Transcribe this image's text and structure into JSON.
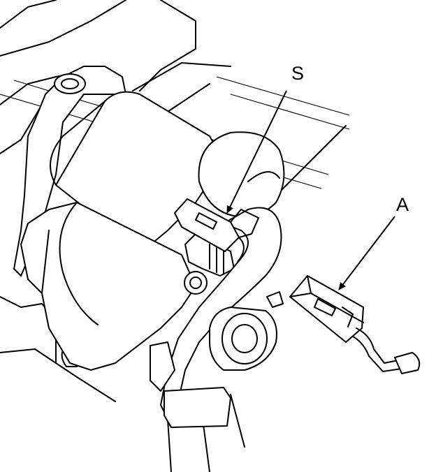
{
  "callouts": [
    {
      "id": "S",
      "label": "S"
    },
    {
      "id": "A",
      "label": "A"
    }
  ],
  "colors": {
    "line": "#000000",
    "background": "#ffffff"
  }
}
